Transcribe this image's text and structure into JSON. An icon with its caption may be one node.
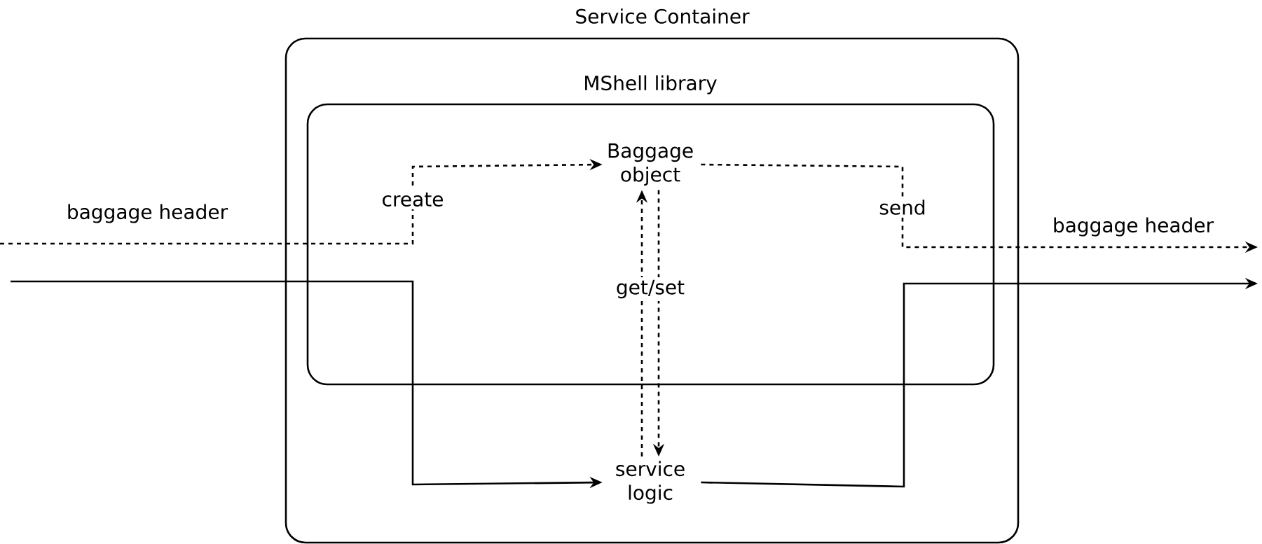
{
  "diagram": {
    "nodes": [
      {
        "text": [
          "Service Container"
        ]
      },
      {
        "text": [
          "MShell library"
        ],
        "in": 0
      },
      {
        "text": [
          "Baggage object"
        ],
        "in": 1
      },
      {
        "text": [
          "service logic"
        ],
        "in": 0
      }
    ],
    "edges": [
      {
        "from": null,
        "to": 2,
        "arrow": "to",
        "label": "create",
        "style": "dashed"
      },
      {
        "from": null,
        "to": 3,
        "arrow": "to"
      },
      {
        "from": 2,
        "to": null,
        "arrow": "to",
        "label": "send",
        "style": "dashed"
      },
      {
        "from": 3,
        "to": null,
        "arrow": "to"
      },
      {
        "from": 3,
        "to": 2,
        "arrow": "to",
        "label": "get/set",
        "style": "dashed"
      },
      {
        "from": 2,
        "to": 3,
        "arrow": "to",
        "style": "dashed"
      }
    ],
    "labels": [
      "baggage header",
      "baggage header"
    ]
  }
}
